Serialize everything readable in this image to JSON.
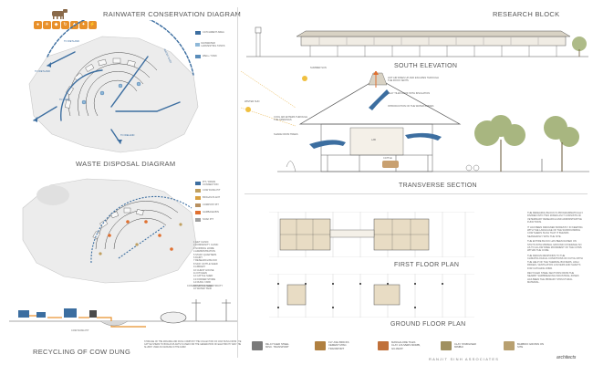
{
  "titles": {
    "rainwater": "RAINWATER CONSERVATION DIAGRAM",
    "waste": "WASTE DISPOSAL DIAGRAM",
    "recycling": "RECYCLING OF COW DUNG",
    "research": "RESEARCH BLOCK",
    "south_elev": "SOUTH ELEVATION",
    "transverse": "TRANSVERSE SECTION",
    "first_floor": "FIRST FLOOR PLAN",
    "ground_floor": "GROUND FLOOR PLAN"
  },
  "rainwater_legend": [
    {
      "label": "CATCHMENT AREA",
      "color": "#3c6ea0"
    },
    {
      "label": "RAINWATER HARVESTING TANKS",
      "color": "#8fb8d8"
    },
    {
      "label": "WELL / TANK",
      "color": "#5a8dba"
    }
  ],
  "rainwater_labels": {
    "to_wetland_1": "TO WETLAND",
    "to_wetland_2": "TO WETLAND",
    "to_farm": "TO FARM",
    "to_weland": "TO WELAND",
    "water_shed": "WATER SHED"
  },
  "waste_legend": [
    {
      "label": "PIT / DRAIN CONNECTION",
      "color": "#3c6ea0"
    },
    {
      "label": "COW DUNG PIT",
      "color": "#c0a060"
    },
    {
      "label": "BIOGAS PLANT",
      "color": "#d8a040"
    },
    {
      "label": "COMPOST PIT",
      "color": "#b89060"
    },
    {
      "label": "GARBAGE BIN",
      "color": "#e07030"
    },
    {
      "label": "SOAK PIT",
      "color": "#a0a0a0"
    }
  ],
  "waste_list": [
    "1 GET CLINIC",
    "2 COMMUNITY CLINIC",
    "3 NURSING HOME",
    "4 ADMINISTRATION",
    "5 STAFF QUARTERS",
    "6 DAIRY",
    "7 RESEARCH BLOCK",
    "8 SICK CATTLE SHED",
    "9 LIBRARY",
    "10 GUEST HOUSE",
    "11 KITCHEN",
    "12 CATTLE SHED",
    "13 FODDER STORE",
    "14 DUNG YARD",
    "15 CATTLE SHED",
    "16 WATER TANK"
  ],
  "recycling_labels": {
    "cow_dung_pit": "COW DUNG PIT",
    "conversion": "CONVERSION TO ELECTRICITY"
  },
  "recycling_note": "STORAGE OF THE MANURE AND DUNG COMPOST THE COLLECTION OF COW DUNG FROM THE CATTLE SHEDS TO BIOGAS PLANTS IS USED FOR THE GENERATION OF ELECTRICITY AND THE SLURRY USED AS MANURE IN THE FARM",
  "section_notes": {
    "summer_sun": "SUMMER SUN",
    "winter_sun": "WINTER SUN",
    "hot_air": "HOT AIR RISES UP AND ESCAPES THROUGH THE ROOF VENTS",
    "clay_tiles": "CLAY TILES ROOF WITH INSULATION",
    "intro": "INTRODUCTION OF THE WATER BODIES",
    "cool_air": "COOL AIR ENTERS THROUGH THE OPENINGS",
    "shade": "SHADE FROM TREES",
    "lab": "LAB",
    "cattle": "CATTLE"
  },
  "description": [
    "THE RESEARCH BLOCK IS PROGRAMMATICALLY DIVIDED INTO TWO ZONES AS IT CONSISTS OF VETERINARY RESEARCH AND ADMINISTRATIVE FUNCTIONS.",
    "IT HAS BEEN DESIGNED MODESTLY IN KEEPING WITH THE LANGUAGE OF THE SURROUNDING COW SHEDS SUCH THAT IT BLENDS SEAMLESSLY WITH THE SITE.",
    "THE ENTIRE BLOCK HAS BEEN RAISED ON STILTS WITH MINIMAL GROUND COVERAGE SO AS TO ALLOW FREE MOVEMENT OF THE COWS WITHIN THE CORE.",
    "THE DESIGN RESPONDS TO THE CLIMATOLOGICAL CONDITIONS OF KUTCH WITH THE HELP OF THE THERMAL BUFFERS, HIGH RIDGES, VENTILATION LOUVERS AND SHAFTS FOR CATCHING WIND.",
    "RECYCLED STEEL SECTIONS FROM THE NEARBY SHIPBREAKING INDUSTRIAL ZONES HAS BEEN THE PRIMARY STRUCTURAL MATERIAL."
  ],
  "materials": [
    {
      "label": "RE-CYCLED STEEL MISC. TRANSPORT",
      "color": "#7a7a7a"
    },
    {
      "label": "FLY ASH BRICKS CEMENT MISC. TRANSPORT",
      "color": "#b08040"
    },
    {
      "label": "MANGALORE TILES CLAY LOUVERS MORBI, GUJARAT",
      "color": "#c0703a"
    },
    {
      "label": "CLAY STABILISER MIMBAI",
      "color": "#a09060"
    },
    {
      "label": "BAMBOO GROWN ON SITE",
      "color": "#b8a070"
    }
  ],
  "footer": {
    "firm": "RANJIT SINH ASSOCIATES",
    "tag": "architects"
  },
  "icons": [
    "water-drop-icon",
    "sun-icon",
    "cow-icon",
    "recycle-icon",
    "plant-icon",
    "bulb-icon",
    "energy-icon"
  ],
  "colors": {
    "water": "#3c6ea0",
    "orange": "#e8902a",
    "ground": "#8a8a8a",
    "plan_fill": "#e8dcc4"
  }
}
